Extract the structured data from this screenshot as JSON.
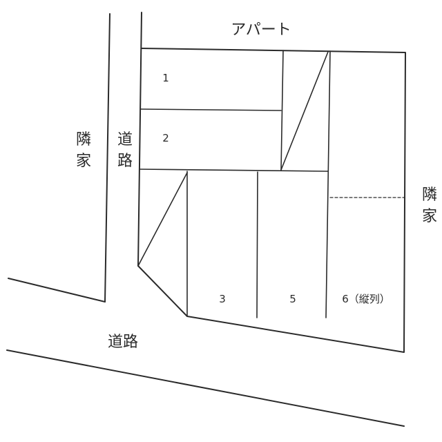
{
  "labels": {
    "apartment": "アパート",
    "neighbor_left": "隣家",
    "neighbor_right": "隣家",
    "road_side": "道路",
    "road_bottom": "道路"
  },
  "spaces": {
    "s1": "1",
    "s2": "2",
    "s3": "3",
    "s5": "5",
    "s6": "6（縦列）"
  }
}
